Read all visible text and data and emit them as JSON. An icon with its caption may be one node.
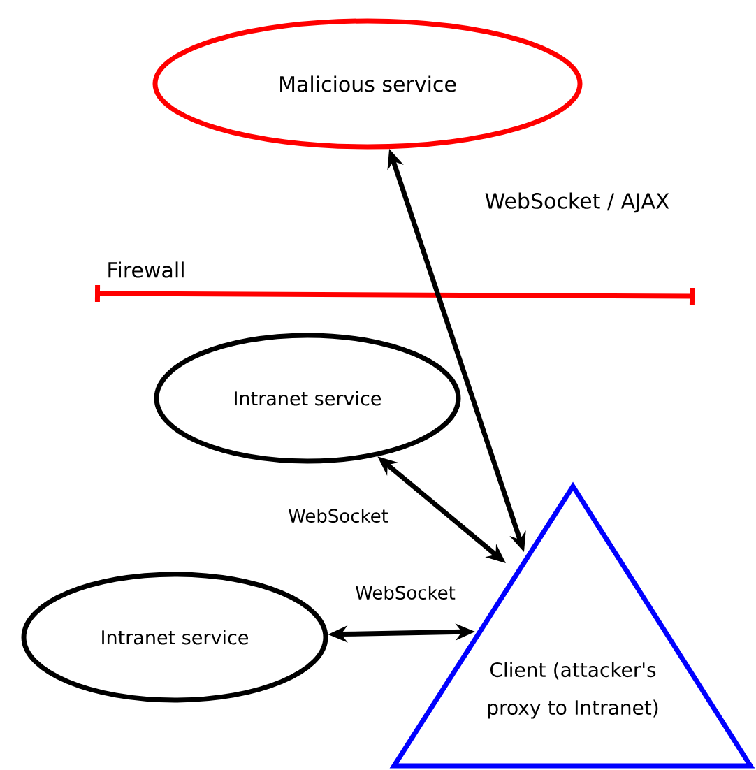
{
  "diagram": {
    "nodes": [
      {
        "text": [
          "Malicious service"
        ]
      },
      {
        "text": [
          "Intranet service"
        ]
      },
      {
        "text": [
          "Intranet service"
        ]
      },
      {
        "text": [
          "Client (attacker's proxy to Intranet)"
        ]
      }
    ],
    "edges": [
      {
        "from": 0,
        "to": 3,
        "arrow": "both",
        "label": "WebSocket / AJAX"
      },
      {
        "from": 1,
        "to": 3,
        "arrow": "both",
        "label": "WebSocket"
      },
      {
        "from": 2,
        "to": 3,
        "arrow": "both",
        "label": "WebSocket"
      }
    ],
    "labels": [
      "Firewall"
    ]
  }
}
